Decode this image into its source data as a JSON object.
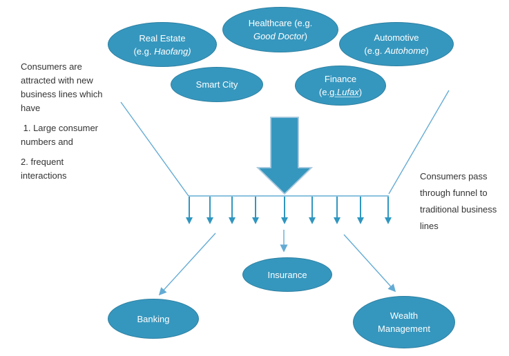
{
  "colors": {
    "shape_fill": "#3697BE",
    "shape_border": "#2C7FA1",
    "line": "#64ABD4",
    "arrow": "#2F96C0",
    "big_arrow_outline": "#A8C9DF",
    "ink": "#333333",
    "label": "#FFFFFF",
    "link_underline": "#C8E4F0"
  },
  "nodes": {
    "real_estate": {
      "line1": "Real Estate",
      "pre": "(e.g. ",
      "italic": "Haofang)",
      "suf": ""
    },
    "healthcare": {
      "line1": "Healthcare (e.g.",
      "pre": "",
      "italic": "Good Doctor",
      "suf": ")"
    },
    "automotive": {
      "line1": "Automotive",
      "pre": "(e.g. ",
      "italic": "Autohome",
      "suf": ")"
    },
    "smart_city": {
      "line1": "Smart City"
    },
    "finance": {
      "line1": "Finance",
      "pre": "(e.",
      "link_plain": "g.",
      "link_italic": "Lufax",
      "suf": ")"
    },
    "insurance": {
      "line1": "Insurance"
    },
    "banking": {
      "line1": "Banking"
    },
    "wealth_management": {
      "line1": "Wealth",
      "line2": "Management"
    }
  },
  "left_note": {
    "lines": [
      "Consumers are",
      "attracted with new",
      "business lines which",
      "have",
      " 1. Large consumer",
      "numbers and",
      "2. frequent",
      "interactions"
    ]
  },
  "right_note": {
    "lines": [
      "Consumers pass",
      "through funnel to",
      "traditional business",
      "lines"
    ]
  },
  "funnel": {
    "small_arrow_count": 9
  }
}
